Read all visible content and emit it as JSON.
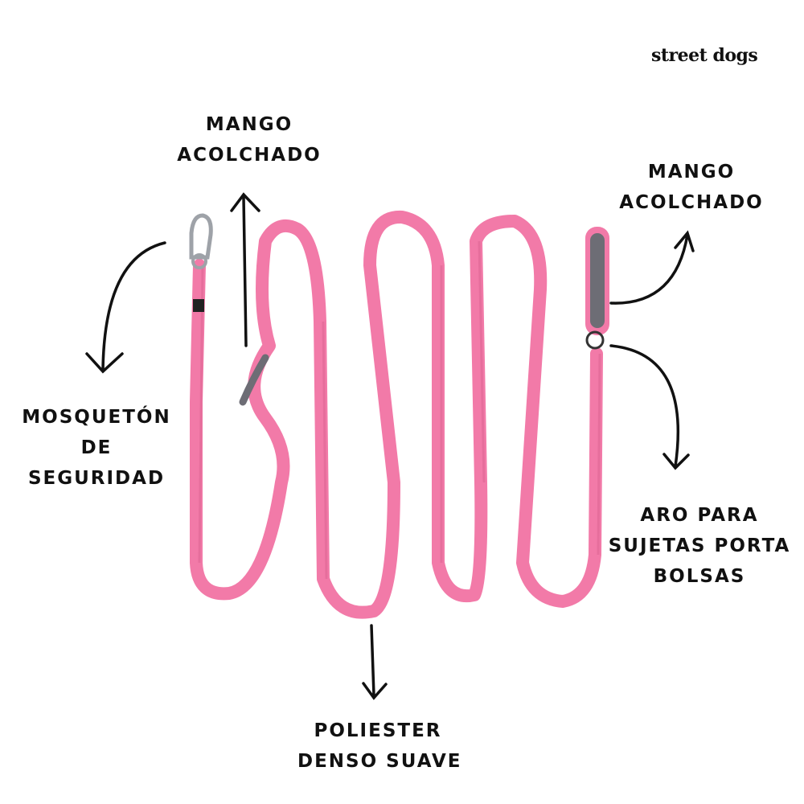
{
  "brand": {
    "logo_text": "street dogs"
  },
  "labels": {
    "handle_top": [
      "MANGO",
      "ACOLCHADO"
    ],
    "handle_right": [
      "MANGO",
      "ACOLCHADO"
    ],
    "carabiner": [
      "MOSQUETÓN",
      "DE",
      "SEGURIDAD"
    ],
    "ring": [
      "ARO PARA",
      "SUJETAS PORTA",
      "BOLSAS"
    ],
    "material": [
      "POLIESTER",
      "DENSO SUAVE"
    ]
  },
  "colors": {
    "leash_pink": "#f27aa8",
    "leash_pink_dark": "#d85f8d",
    "padding_gray": "#6d6d75",
    "metal": "#9ea2a8",
    "ink": "#111111",
    "background": "#ffffff"
  }
}
